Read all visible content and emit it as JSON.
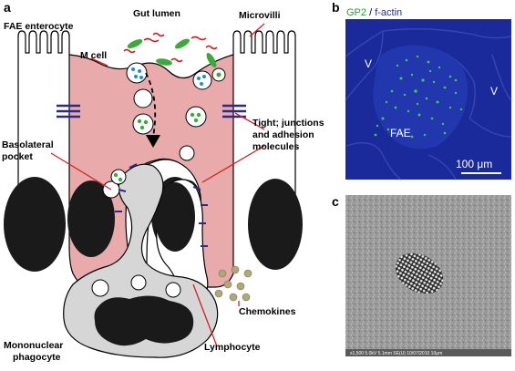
{
  "panels": {
    "a": {
      "letter": "a",
      "labels": {
        "fae_enterocyte": "FAE enterocyte",
        "gut_lumen": "Gut lumen",
        "microvilli": "Microvilli",
        "m_cell": "M cell",
        "tight_line1": "Tight; junctions",
        "tight_line2": "and adhesion",
        "tight_line3": "molecules",
        "basolateral_line1": "Basolateral",
        "basolateral_line2": "pocket",
        "chemokines": "Chemokines",
        "lymphocyte": "Lymphocyte",
        "mononuclear_line1": "Mononuclear",
        "mononuclear_line2": "phagocyte"
      }
    },
    "b": {
      "letter": "b",
      "legend_gp2": "GP2",
      "legend_sep": " / ",
      "legend_factin": "f-actin",
      "label_v_left": "V",
      "label_v_right": "V",
      "label_fae": "FAE",
      "scale_bar": "100 μm"
    },
    "c": {
      "letter": "c",
      "footer_text": "x1,500  5.0kV  5.1mm  SE(U)  10/07/2010  10μm"
    }
  },
  "colors": {
    "cell_pink": "#e8aaaa",
    "leader_red": "#d42020",
    "junction_blue": "#2a2a8a",
    "bacteria_green": "#3aaa3a",
    "bacteria_flagella": "#cc2222",
    "vesicle_blue": "#1a8fd0",
    "phagocyte_grey": "#d6d6d6",
    "chemokine_olive": "#b0a878",
    "micro_bg": "#1a2a9a",
    "gp2_green": "#33d04a"
  }
}
